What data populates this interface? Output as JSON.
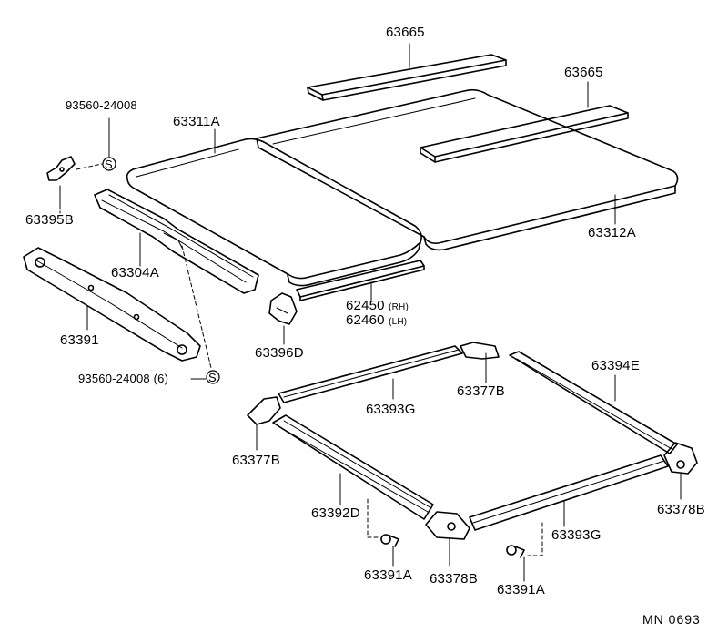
{
  "parts": {
    "roof_rail_a": "63665",
    "roof_rail_b": "63665",
    "clip_screw_top": "93560-24008",
    "panel_front": "63311A",
    "bracket_left": "63395B",
    "panel_rear": "63312A",
    "retainer_front": "63304A",
    "reinforcement": "63391",
    "weatherstrip_rh": "62450",
    "weatherstrip_rh_side": "(RH)",
    "weatherstrip_lh": "62460",
    "weatherstrip_lh_side": "(LH)",
    "corner_piece": "63396D",
    "clip_screw_bottom": "93560-24008",
    "clip_screw_bottom_qty": "(6)",
    "rail_right": "63394E",
    "rail_rear": "63393G",
    "corner_rear_right": "63377B",
    "corner_rear_left": "63377B",
    "rail_left": "63392D",
    "corner_front_right": "63378B",
    "rail_front": "63393G",
    "clip_left": "63391A",
    "corner_front_left": "63378B",
    "clip_right": "63391A",
    "screw_symbol": "S"
  },
  "diagram_ref": "MN  0693"
}
